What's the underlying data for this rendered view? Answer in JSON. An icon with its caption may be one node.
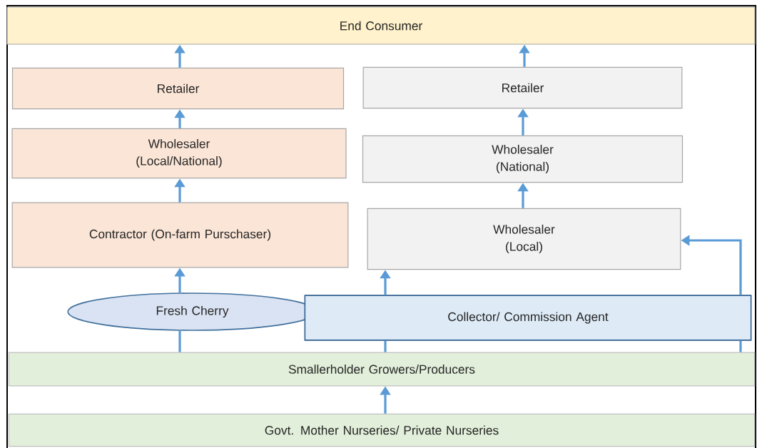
{
  "diagram": {
    "nodes": [
      {
        "text": [
          "End Consumer"
        ]
      },
      {
        "text": [
          "Retailer"
        ]
      },
      {
        "text": [
          "Retailer"
        ]
      },
      {
        "text": [
          "Wholesaler (Local/National)"
        ]
      },
      {
        "text": [
          "Wholesaler (National)"
        ]
      },
      {
        "text": [
          "Contractor (On-farm Purschaser)"
        ]
      },
      {
        "text": [
          "Wholesaler (Local)"
        ]
      },
      {
        "text": [
          "Fresh Cherry"
        ]
      },
      {
        "text": [
          "Collector/ Commission Agent"
        ]
      },
      {
        "text": [
          "Smallerholder Growers/Producers"
        ]
      },
      {
        "text": [
          "Govt. Mother Nurseries/ Private Nurseries"
        ]
      }
    ],
    "edges": [
      {
        "from": 1,
        "to": 0,
        "arrow": "to"
      },
      {
        "from": 2,
        "to": 0,
        "arrow": "to"
      },
      {
        "from": 3,
        "to": 1,
        "arrow": "to"
      },
      {
        "from": 4,
        "to": 2,
        "arrow": "to"
      },
      {
        "from": 5,
        "to": 3,
        "arrow": "to"
      },
      {
        "from": 6,
        "to": 4,
        "arrow": "to"
      },
      {
        "from": 7,
        "to": 5,
        "arrow": "to"
      },
      {
        "from": 9,
        "to": 7,
        "arrow": "none"
      },
      {
        "from": 8,
        "to": 6,
        "arrow": "to"
      },
      {
        "from": 9,
        "to": 8,
        "arrow": "none"
      },
      {
        "from": 9,
        "to": 8,
        "arrow": "none"
      },
      {
        "from": 8,
        "to": 6,
        "arrow": "to"
      },
      {
        "from": 10,
        "to": 9,
        "arrow": "to"
      }
    ]
  }
}
